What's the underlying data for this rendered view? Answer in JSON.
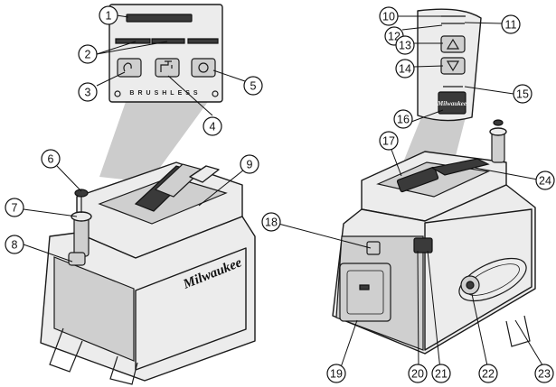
{
  "brand_left": "Milwaukee",
  "brand_right": "Milwaukee",
  "brand_inset": "Milwaukee",
  "panel_text": "BRUSHLESS",
  "callouts": [
    "1",
    "2",
    "3",
    "4",
    "5",
    "6",
    "7",
    "8",
    "9",
    "10",
    "11",
    "12",
    "13",
    "14",
    "15",
    "16",
    "17",
    "18",
    "19",
    "20",
    "21",
    "22",
    "23",
    "24"
  ]
}
